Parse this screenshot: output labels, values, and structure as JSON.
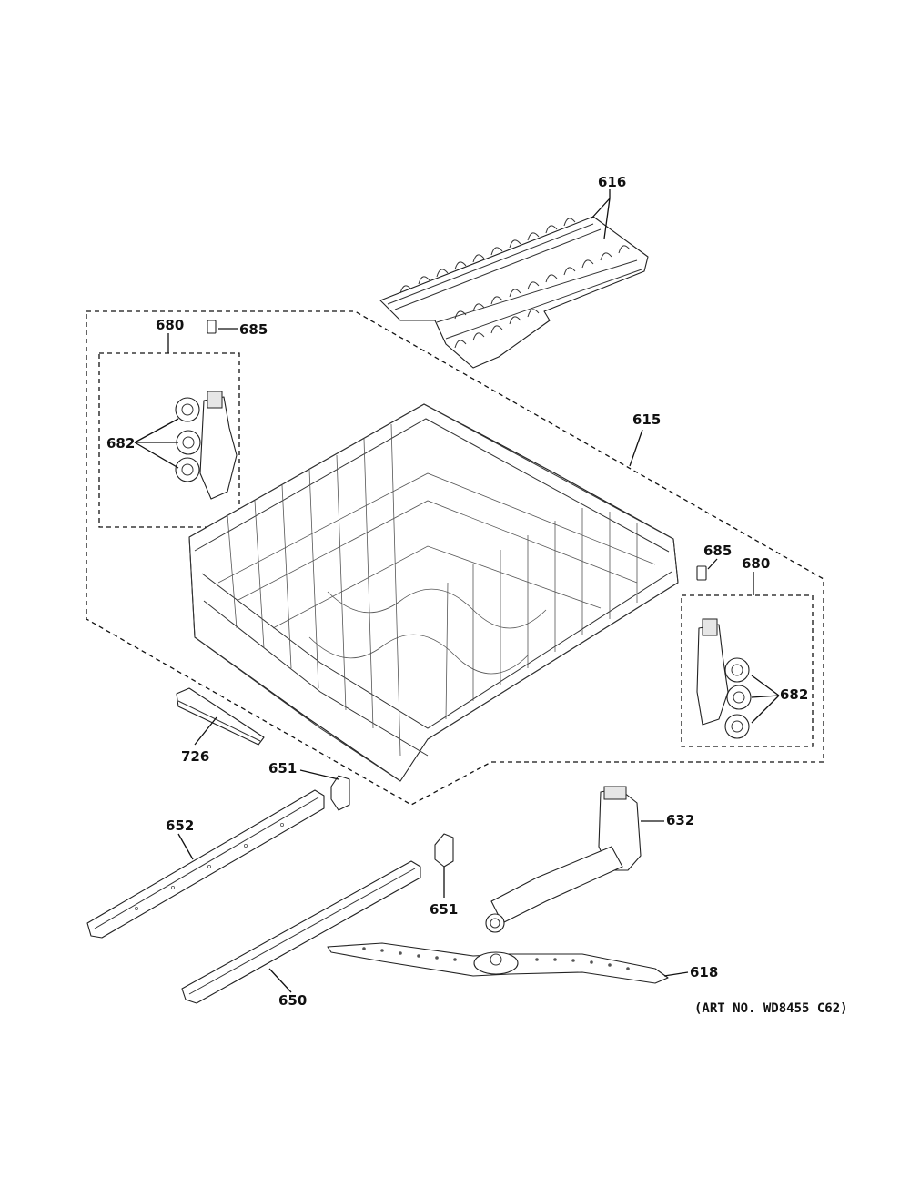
{
  "diagram": {
    "art_number": "(ART NO. WD8455 C62)",
    "callouts": [
      {
        "id": "c616",
        "label": "616"
      },
      {
        "id": "c680a",
        "label": "680"
      },
      {
        "id": "c685a",
        "label": "685"
      },
      {
        "id": "c682a",
        "label": "682"
      },
      {
        "id": "c615",
        "label": "615"
      },
      {
        "id": "c685b",
        "label": "685"
      },
      {
        "id": "c680b",
        "label": "680"
      },
      {
        "id": "c682b",
        "label": "682"
      },
      {
        "id": "c726",
        "label": "726"
      },
      {
        "id": "c651a",
        "label": "651"
      },
      {
        "id": "c652",
        "label": "652"
      },
      {
        "id": "c632",
        "label": "632"
      },
      {
        "id": "c651b",
        "label": "651"
      },
      {
        "id": "c650",
        "label": "650"
      },
      {
        "id": "c618",
        "label": "618"
      }
    ],
    "parts": [
      {
        "name": "tine-rack-616"
      },
      {
        "name": "upper-rack-615"
      },
      {
        "name": "roller-kit-680-left"
      },
      {
        "name": "roller-kit-680-right"
      },
      {
        "name": "clip-685-left"
      },
      {
        "name": "clip-685-right"
      },
      {
        "name": "badge-726"
      },
      {
        "name": "rail-stop-651-upper"
      },
      {
        "name": "rail-stop-651-lower"
      },
      {
        "name": "track-rail-652"
      },
      {
        "name": "track-rail-650"
      },
      {
        "name": "manifold-632"
      },
      {
        "name": "spray-arm-618"
      }
    ]
  }
}
